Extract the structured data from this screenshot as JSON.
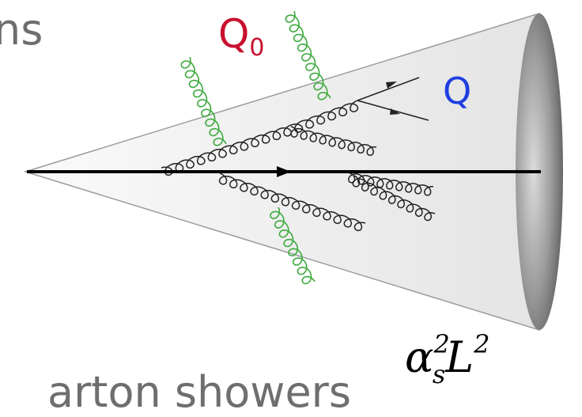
{
  "slide": {
    "top_text_fragment": "ns",
    "bottom_text_fragment": "arton showers"
  },
  "diagram": {
    "label_scale_low": {
      "base": "Q",
      "sub": "0"
    },
    "label_scale_high": "Q",
    "formula": {
      "alpha": "α",
      "alpha_sub": "s",
      "alpha_sup": "2",
      "log": "L",
      "log_sup": "2"
    }
  },
  "colors": {
    "label_scale_low": "#c8102e",
    "label_scale_high": "#1f3fe0",
    "soft_gluon": "#3caa3c",
    "gluon": "#222222",
    "slide_text": "#6e6e6e"
  }
}
